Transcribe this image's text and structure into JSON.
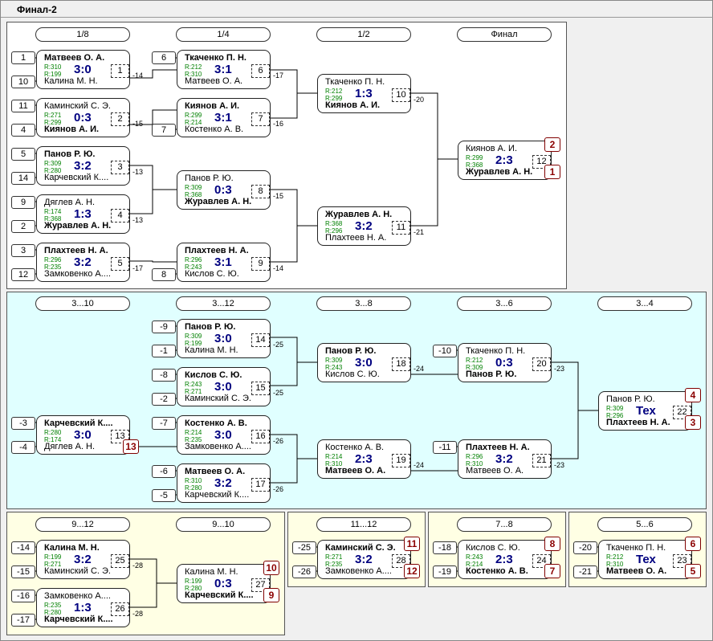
{
  "window_title": "Финал-2",
  "rounds": {
    "main": [
      "1/8",
      "1/4",
      "1/2",
      "Финал"
    ],
    "consolation": [
      "3...10",
      "3...12",
      "3...8",
      "3...6",
      "3...4"
    ],
    "p9_12": [
      "9...12",
      "9...10"
    ],
    "p11_12": "11...12",
    "p7_8": "7...8",
    "p5_6": "5...6"
  },
  "matches": [
    {
      "id": "m1",
      "top": "Матвеев О. А.",
      "top_w": true,
      "r1": "R:310",
      "r2": "R:199",
      "score": "3:0",
      "bot": "Калина М. Н.",
      "bot_w": false,
      "num": "1",
      "seed_top": "1",
      "seed_bot": "10",
      "ref": "-14"
    },
    {
      "id": "m2",
      "top": "Каминский С. Э.",
      "top_w": false,
      "r1": "R:271",
      "r2": "R:299",
      "score": "0:3",
      "bot": "Киянов А. И.",
      "bot_w": true,
      "num": "2",
      "seed_top": "11",
      "seed_bot": "4",
      "ref": "-15"
    },
    {
      "id": "m3",
      "top": "Панов Р. Ю.",
      "top_w": true,
      "r1": "R:309",
      "r2": "R:280",
      "score": "3:2",
      "bot": "Карчевский К....",
      "bot_w": false,
      "num": "3",
      "seed_top": "5",
      "seed_bot": "14",
      "ref": "-13"
    },
    {
      "id": "m4",
      "top": "Дяглев А. Н.",
      "top_w": false,
      "r1": "R:174",
      "r2": "R:368",
      "score": "1:3",
      "bot": "Журавлев А. Н.",
      "bot_w": true,
      "num": "4",
      "seed_top": "9",
      "seed_bot": "2",
      "ref": "-13"
    },
    {
      "id": "m5",
      "top": "Плахтеев Н. А.",
      "top_w": true,
      "r1": "R:296",
      "r2": "R:235",
      "score": "3:2",
      "bot": "Замковенко А....",
      "bot_w": false,
      "num": "5",
      "seed_top": "3",
      "seed_bot": "12",
      "ref": "-17"
    },
    {
      "id": "m6",
      "top": "Ткаченко П. Н.",
      "top_w": true,
      "r1": "R:212",
      "r2": "R:310",
      "score": "3:1",
      "bot": "Матвеев О. А.",
      "bot_w": false,
      "num": "6",
      "seed_top": "6",
      "ref": "-17"
    },
    {
      "id": "m7",
      "top": "Киянов А. И.",
      "top_w": true,
      "r1": "R:299",
      "r2": "R:214",
      "score": "3:1",
      "bot": "Костенко А. В.",
      "bot_w": false,
      "num": "7",
      "seed_bot": "7",
      "ref": "-16"
    },
    {
      "id": "m8",
      "top": "Панов Р. Ю.",
      "top_w": false,
      "r1": "R:309",
      "r2": "R:368",
      "score": "0:3",
      "bot": "Журавлев А. Н.",
      "bot_w": true,
      "num": "8",
      "ref": "-15"
    },
    {
      "id": "m9",
      "top": "Плахтеев Н. А.",
      "top_w": true,
      "r1": "R:296",
      "r2": "R:243",
      "score": "3:1",
      "bot": "Кислов С. Ю.",
      "bot_w": false,
      "num": "9",
      "seed_bot": "8",
      "ref": "-14"
    },
    {
      "id": "m10",
      "top": "Ткаченко П. Н.",
      "top_w": false,
      "r1": "R:212",
      "r2": "R:299",
      "score": "1:3",
      "bot": "Киянов А. И.",
      "bot_w": true,
      "num": "10",
      "ref": "-20"
    },
    {
      "id": "m11",
      "top": "Журавлев А. Н.",
      "top_w": true,
      "r1": "R:368",
      "r2": "R:296",
      "score": "3:2",
      "bot": "Плахтеев Н. А.",
      "bot_w": false,
      "num": "11",
      "ref": "-21"
    },
    {
      "id": "m12",
      "top": "Киянов А. И.",
      "top_w": false,
      "r1": "R:299",
      "r2": "R:368",
      "score": "2:3",
      "bot": "Журавлев А. Н.",
      "bot_w": true,
      "num": "12",
      "place_top": "2",
      "place_bot": "1"
    },
    {
      "id": "m13",
      "top": "Карчевский К....",
      "top_w": true,
      "r1": "R:280",
      "r2": "R:174",
      "score": "3:0",
      "bot": "Дяглев А. Н.",
      "bot_w": false,
      "num": "13",
      "seed_top": "-3",
      "seed_bot": "-4",
      "place_bot": "13"
    },
    {
      "id": "m14",
      "top": "Панов Р. Ю.",
      "top_w": true,
      "r1": "R:309",
      "r2": "R:199",
      "score": "3:0",
      "bot": "Калина М. Н.",
      "bot_w": false,
      "num": "14",
      "seed_top": "-9",
      "seed_bot": "-1",
      "ref": "-25"
    },
    {
      "id": "m15",
      "top": "Кислов С. Ю.",
      "top_w": true,
      "r1": "R:243",
      "r2": "R:271",
      "score": "3:0",
      "bot": "Каминский С. Э.",
      "bot_w": false,
      "num": "15",
      "seed_top": "-8",
      "seed_bot": "-2",
      "ref": "-25"
    },
    {
      "id": "m16",
      "top": "Костенко А. В.",
      "top_w": true,
      "r1": "R:214",
      "r2": "R:235",
      "score": "3:0",
      "bot": "Замковенко А....",
      "bot_w": false,
      "num": "16",
      "seed_top": "-7",
      "ref": "-26"
    },
    {
      "id": "m17",
      "top": "Матвеев О. А.",
      "top_w": true,
      "r1": "R:310",
      "r2": "R:280",
      "score": "3:2",
      "bot": "Карчевский К....",
      "bot_w": false,
      "num": "17",
      "seed_top": "-6",
      "seed_bot": "-5",
      "ref": "-26"
    },
    {
      "id": "m18",
      "top": "Панов Р. Ю.",
      "top_w": true,
      "r1": "R:309",
      "r2": "R:243",
      "score": "3:0",
      "bot": "Кислов С. Ю.",
      "bot_w": false,
      "num": "18",
      "ref": "-24"
    },
    {
      "id": "m19",
      "top": "Костенко А. В.",
      "top_w": false,
      "r1": "R:214",
      "r2": "R:310",
      "score": "2:3",
      "bot": "Матвеев О. А.",
      "bot_w": true,
      "num": "19",
      "ref": "-24"
    },
    {
      "id": "m20",
      "top": "Ткаченко П. Н.",
      "top_w": false,
      "r1": "R:212",
      "r2": "R:309",
      "score": "0:3",
      "bot": "Панов Р. Ю.",
      "bot_w": true,
      "num": "20",
      "seed_top": "-10",
      "ref": "-23"
    },
    {
      "id": "m21",
      "top": "Плахтеев Н. А.",
      "top_w": true,
      "r1": "R:296",
      "r2": "R:310",
      "score": "3:2",
      "bot": "Матвеев О. А.",
      "bot_w": false,
      "num": "21",
      "seed_top": "-11",
      "ref": "-23"
    },
    {
      "id": "m22",
      "top": "Панов Р. Ю.",
      "top_w": false,
      "r1": "R:309",
      "r2": "R:296",
      "score": "Тех",
      "bot": "Плахтеев Н. А.",
      "bot_w": true,
      "num": "22",
      "place_top": "4",
      "place_bot": "3"
    },
    {
      "id": "m25",
      "top": "Калина М. Н.",
      "top_w": true,
      "r1": "R:199",
      "r2": "R:271",
      "score": "3:2",
      "bot": "Каминский С. Э.",
      "bot_w": false,
      "num": "25",
      "seed_top": "-14",
      "seed_bot": "-15",
      "ref": "-28"
    },
    {
      "id": "m26",
      "top": "Замковенко А....",
      "top_w": false,
      "r1": "R:235",
      "r2": "R:280",
      "score": "1:3",
      "bot": "Карчевский К....",
      "bot_w": true,
      "num": "26",
      "seed_top": "-16",
      "seed_bot": "-17",
      "ref": "-28"
    },
    {
      "id": "m27",
      "top": "Калина М. Н.",
      "top_w": false,
      "r1": "R:199",
      "r2": "R:280",
      "score": "0:3",
      "bot": "Карчевский К....",
      "bot_w": true,
      "num": "27",
      "place_top": "10",
      "place_bot": "9"
    },
    {
      "id": "m28",
      "top": "Каминский С. Э.",
      "top_w": true,
      "r1": "R:271",
      "r2": "R:235",
      "score": "3:2",
      "bot": "Замковенко А....",
      "bot_w": false,
      "num": "28",
      "seed_top": "-25",
      "seed_bot": "-26",
      "place_top": "11",
      "place_bot": "12"
    },
    {
      "id": "m24",
      "top": "Кислов С. Ю.",
      "top_w": false,
      "r1": "R:243",
      "r2": "R:214",
      "score": "2:3",
      "bot": "Костенко А. В.",
      "bot_w": true,
      "num": "24",
      "seed_top": "-18",
      "seed_bot": "-19",
      "place_top": "8",
      "place_bot": "7"
    },
    {
      "id": "m23",
      "top": "Ткаченко П. Н.",
      "top_w": false,
      "r1": "R:212",
      "r2": "R:310",
      "score": "Тех",
      "bot": "Матвеев О. А.",
      "bot_w": true,
      "num": "23",
      "seed_top": "-20",
      "seed_bot": "-21",
      "place_top": "6",
      "place_bot": "5"
    }
  ],
  "colors": {
    "score": "#000080",
    "rating": "#008000",
    "place": "#8b0000",
    "cyan_panel": "#e0ffff",
    "yellow_panel": "#ffffe4"
  }
}
